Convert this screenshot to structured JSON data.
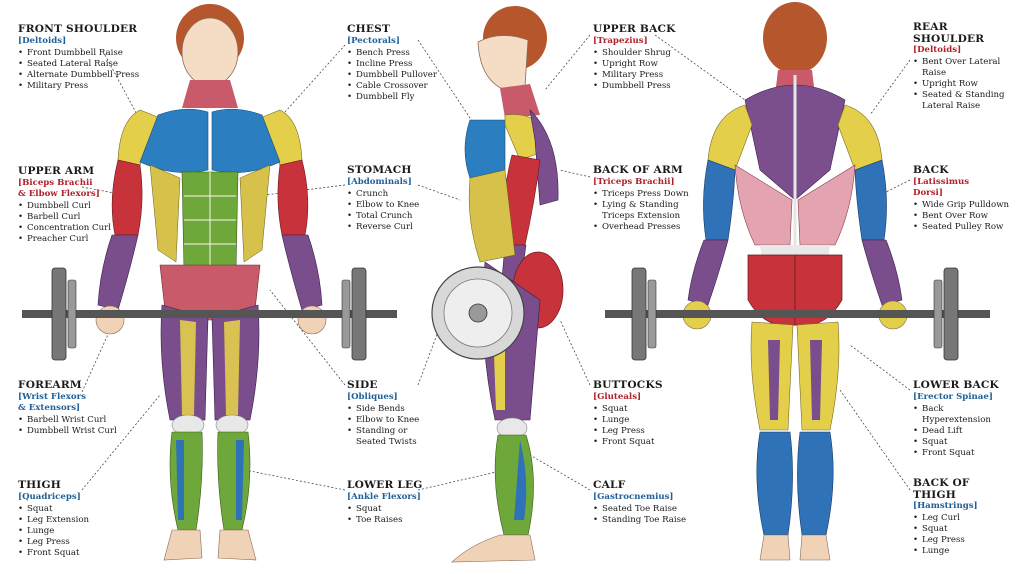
{
  "groups": {
    "front_shoulder": {
      "title": "FRONT SHOULDER",
      "muscle": "[Deltoids]",
      "exercises": [
        "Front Dumbbell Raise",
        "Seated Lateral Raise",
        "Alternate Dumbbell Press",
        "Military Press"
      ]
    },
    "upper_arm": {
      "title": "UPPER ARM",
      "muscle": "[Biceps Brachii",
      "muscle2": "& Elbow Flexors]",
      "exercises": [
        "Dumbbell Curl",
        "Barbell Curl",
        "Concentration Curl",
        "Preacher Curl"
      ]
    },
    "forearm": {
      "title": "FOREARM",
      "muscle": "[Wrist Flexors",
      "muscle2": "& Extensors]",
      "exercises": [
        "Barbell Wrist Curl",
        "Dumbbell Wrist Curl"
      ]
    },
    "thigh": {
      "title": "THIGH",
      "muscle": "[Quadriceps]",
      "exercises": [
        "Squat",
        "Leg Extension",
        "Lunge",
        "Leg Press",
        "Front Squat"
      ]
    },
    "chest": {
      "title": "CHEST",
      "muscle": "[Pectorals]",
      "exercises": [
        "Bench Press",
        "Incline Press",
        "Dumbbell Pullover",
        "Cable Crossover",
        "Dumbbell Fly"
      ]
    },
    "stomach": {
      "title": "STOMACH",
      "muscle": "[Abdominals]",
      "exercises": [
        "Crunch",
        "Elbow to Knee",
        "Total Crunch",
        "Reverse Curl"
      ]
    },
    "side": {
      "title": "SIDE",
      "muscle": "[Obliques]",
      "exercises": [
        "Side Bends",
        "Elbow to Knee",
        "Standing or Seated Twists"
      ]
    },
    "lower_leg": {
      "title": "LOWER LEG",
      "muscle": "[Ankle Flexors]",
      "exercises": [
        "Squat",
        "Toe Raises"
      ]
    },
    "upper_back": {
      "title": "UPPER BACK",
      "muscle": "[Trapezius]",
      "exercises": [
        "Shoulder Shrug",
        "Upright Row",
        "Military Press",
        "Dumbbell Press"
      ]
    },
    "back_of_arm": {
      "title": "BACK OF ARM",
      "muscle": "[Triceps Brachii]",
      "exercises": [
        "Triceps Press Down",
        "Lying & Standing Triceps Extension",
        "Overhead Presses"
      ]
    },
    "buttocks": {
      "title": "BUTTOCKS",
      "muscle": "[Gluteals]",
      "exercises": [
        "Squat",
        "Lunge",
        "Leg Press",
        "Front Squat"
      ]
    },
    "calf": {
      "title": "CALF",
      "muscle": "[Gastrocnemius]",
      "exercises": [
        "Seated Toe Raise",
        "Standing Toe Raise"
      ]
    },
    "rear_shoulder": {
      "title": "REAR",
      "title2": "SHOULDER",
      "muscle": "[Deltoids]",
      "exercises": [
        "Bent Over Lateral Raise",
        "Upright Row",
        "Seated & Standing Lateral Raise"
      ]
    },
    "back": {
      "title": "BACK",
      "muscle": "[Latissimus",
      "muscle2": "Dorsi]",
      "exercises": [
        "Wide Grip Pulldown",
        "Bent Over Row",
        "Seated Pulley Row"
      ]
    },
    "lower_back": {
      "title": "LOWER BACK",
      "muscle": "[Erector Spinae]",
      "exercises": [
        "Back Hyperextension",
        "Dead Lift",
        "Squat",
        "Front Squat"
      ]
    },
    "back_of_thigh": {
      "title": "BACK OF",
      "title2": "THIGH",
      "muscle": "[Hamstrings]",
      "exercises": [
        "Leg Curl",
        "Squat",
        "Leg Press",
        "Lunge"
      ]
    }
  },
  "colors": {
    "pectorals": "#2b7fc0",
    "abdominals": "#6fa83a",
    "deltoids": "#e3cf4a",
    "biceps": "#c8323a",
    "forearm": "#7a4d8c",
    "quads": "#7a4d8c",
    "trapezius": "#7b4f8e",
    "lats": "#e4a3b0",
    "gluteals": "#c8323a",
    "calf": "#2f72b8",
    "skin": "#f0d3b6",
    "hair": "#b5562c",
    "bar": "#555555",
    "label_blue": "#1f5f97",
    "label_red": "#b2202b"
  }
}
